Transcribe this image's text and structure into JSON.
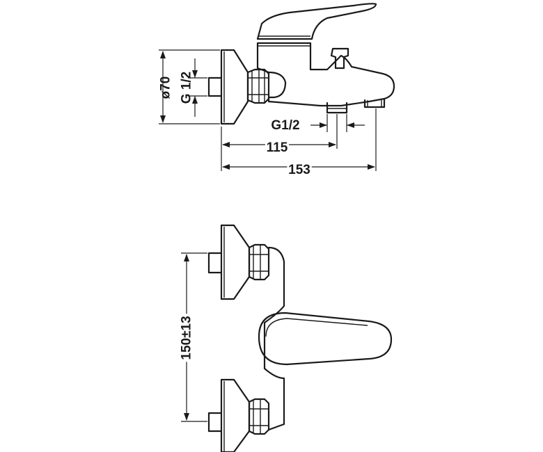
{
  "top_view": {
    "diameter_label": "ø70",
    "thread_label_left": "G 1/2",
    "thread_label_bottom": "G1/2",
    "dimension_115": "115",
    "dimension_153": "153"
  },
  "front_view": {
    "spacing_label": "150±13"
  }
}
